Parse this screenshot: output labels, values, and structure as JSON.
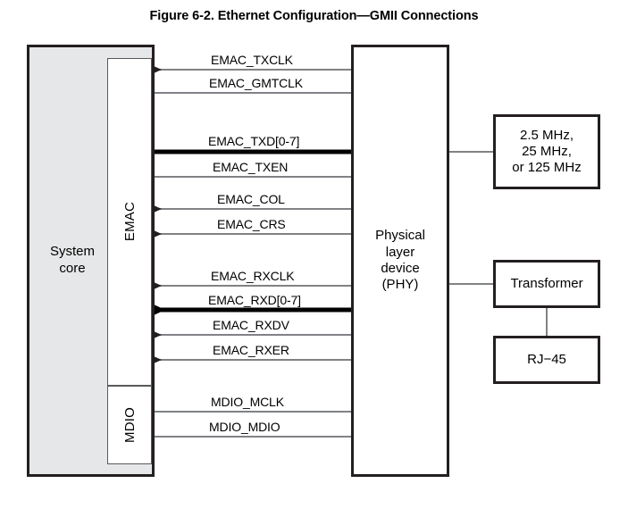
{
  "figure": {
    "title": "Figure 6-2. Ethernet Configuration—GMII Connections"
  },
  "blocks": {
    "system_core": {
      "label": "System\ncore",
      "line1": "System",
      "line2": "core",
      "fill": "#e6e7e8"
    },
    "emac": {
      "label": "EMAC"
    },
    "mdio": {
      "label": "MDIO"
    },
    "phy": {
      "line1": "Physical",
      "line2": "layer",
      "line3": "device",
      "line4": "(PHY)"
    },
    "clock": {
      "line1": "2.5 MHz,",
      "line2": "25 MHz,",
      "line3": "or 125 MHz"
    },
    "transformer": {
      "label": "Transformer"
    },
    "rj45": {
      "label": "RJ−45"
    }
  },
  "signals": [
    {
      "name": "EMAC_TXCLK",
      "direction": "left",
      "bus": false,
      "group": "emac"
    },
    {
      "name": "EMAC_GMTCLK",
      "direction": "right",
      "bus": false,
      "group": "emac"
    },
    {
      "name": "EMAC_TXD[0-7]",
      "direction": "right",
      "bus": true,
      "group": "emac"
    },
    {
      "name": "EMAC_TXEN",
      "direction": "right",
      "bus": false,
      "group": "emac"
    },
    {
      "name": "EMAC_COL",
      "direction": "left",
      "bus": false,
      "group": "emac"
    },
    {
      "name": "EMAC_CRS",
      "direction": "left",
      "bus": false,
      "group": "emac"
    },
    {
      "name": "EMAC_RXCLK",
      "direction": "left",
      "bus": false,
      "group": "emac"
    },
    {
      "name": "EMAC_RXD[0-7]",
      "direction": "left",
      "bus": true,
      "group": "emac"
    },
    {
      "name": "EMAC_RXDV",
      "direction": "left",
      "bus": false,
      "group": "emac"
    },
    {
      "name": "EMAC_RXER",
      "direction": "left",
      "bus": false,
      "group": "emac"
    },
    {
      "name": "MDIO_MCLK",
      "direction": "right",
      "bus": false,
      "group": "mdio"
    },
    {
      "name": "MDIO_MDIO",
      "direction": "both",
      "bus": false,
      "group": "mdio"
    }
  ],
  "connections": [
    {
      "from": "phy",
      "to": "clock",
      "style": "plain"
    },
    {
      "from": "phy",
      "to": "transformer",
      "style": "plain"
    },
    {
      "from": "transformer",
      "to": "rj45",
      "style": "plain"
    }
  ],
  "colors": {
    "line": "#808285",
    "bus": "#000000",
    "border": "#231f20",
    "core_fill": "#e6e7e8",
    "subblock_border": "#58595b"
  }
}
